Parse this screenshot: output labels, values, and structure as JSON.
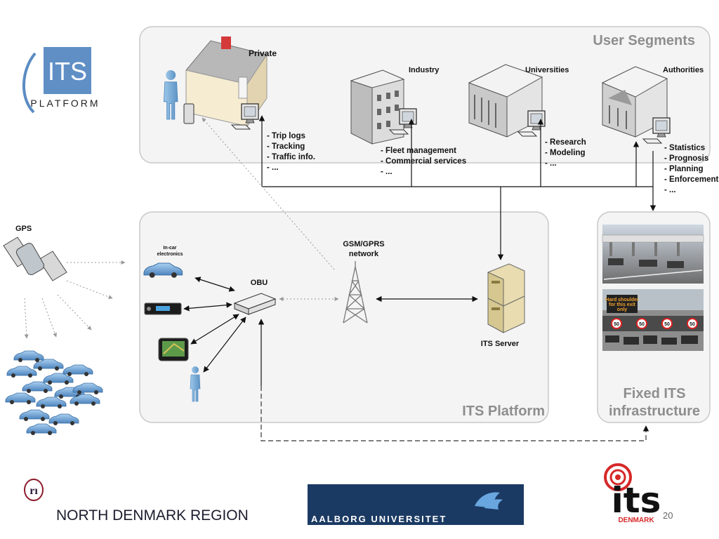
{
  "logo": {
    "top": "ITS",
    "bottom": "PLATFORM"
  },
  "user_segments": {
    "title": "User Segments",
    "private": {
      "label": "Private",
      "items": [
        "- Trip logs",
        "- Tracking",
        "- Traffic info.",
        "- ..."
      ]
    },
    "industry": {
      "label": "Industry",
      "items": [
        "- Fleet management",
        "- Commercial services",
        "- ..."
      ]
    },
    "universities": {
      "label": "Universities",
      "items": [
        "- Research",
        "- Modeling",
        "- ..."
      ]
    },
    "authorities": {
      "label": "Authorities",
      "items": [
        "- Statistics",
        "- Prognosis",
        "- Planning",
        "- Enforcement",
        "- ..."
      ]
    }
  },
  "gps": {
    "label": "GPS"
  },
  "platform": {
    "title": "ITS Platform",
    "in_car": [
      "In-car",
      "electronics"
    ],
    "obu": "OBU",
    "gsm": [
      "GSM/GPRS",
      "network"
    ],
    "server": "ITS Server"
  },
  "fixed_infra": {
    "title": [
      "Fixed ITS",
      "infrastructure"
    ],
    "sign_text": [
      "Hard shoulder",
      "for this exit",
      "only"
    ],
    "speed_signs": [
      "50",
      "50",
      "50",
      "50"
    ]
  },
  "footer": {
    "north_denmark": "NORTH DENMARK REGION",
    "north_denmark_mark": "rı",
    "aalborg": "AALBORG UNIVERSITET",
    "its_denmark_big": "its",
    "its_denmark_small": "DENMARK",
    "page_number": "20"
  }
}
